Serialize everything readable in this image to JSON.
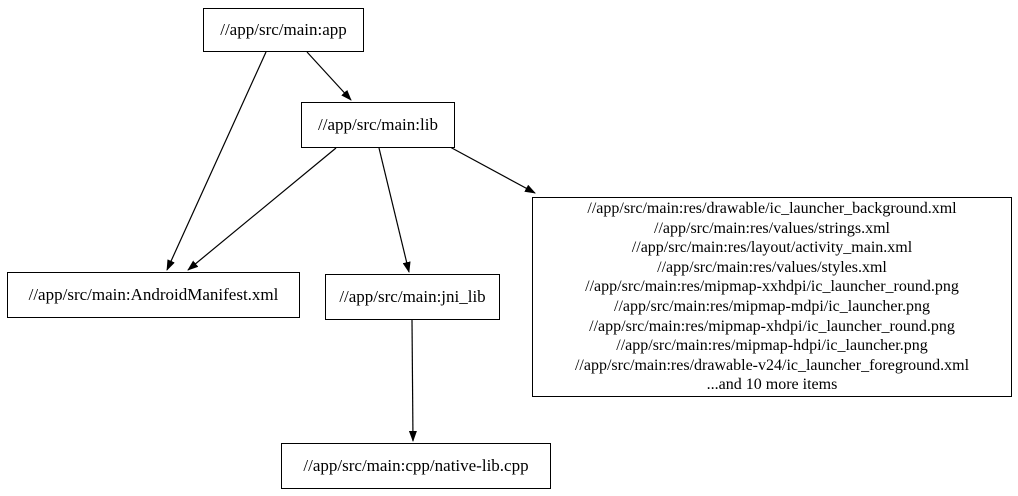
{
  "diagram": {
    "kind": "build-dependency-graph",
    "colors": {
      "background": "#ffffff",
      "node_fill": "#ffffff",
      "node_border": "#000000",
      "text": "#000000",
      "edge": "#000000"
    },
    "nodes": {
      "app": {
        "label": "//app/src/main:app"
      },
      "lib": {
        "label": "//app/src/main:lib"
      },
      "manifest": {
        "label": "//app/src/main:AndroidManifest.xml"
      },
      "jni_lib": {
        "label": "//app/src/main:jni_lib"
      },
      "cpp": {
        "label": "//app/src/main:cpp/native-lib.cpp"
      },
      "res": {
        "lines": [
          "//app/src/main:res/drawable/ic_launcher_background.xml",
          "//app/src/main:res/values/strings.xml",
          "//app/src/main:res/layout/activity_main.xml",
          "//app/src/main:res/values/styles.xml",
          "//app/src/main:res/mipmap-xxhdpi/ic_launcher_round.png",
          "//app/src/main:res/mipmap-mdpi/ic_launcher.png",
          "//app/src/main:res/mipmap-xhdpi/ic_launcher_round.png",
          "//app/src/main:res/mipmap-hdpi/ic_launcher.png",
          "//app/src/main:res/drawable-v24/ic_launcher_foreground.xml",
          "...and 10 more items"
        ]
      }
    },
    "edges": [
      {
        "from": "app",
        "to": "lib"
      },
      {
        "from": "app",
        "to": "manifest"
      },
      {
        "from": "lib",
        "to": "manifest"
      },
      {
        "from": "lib",
        "to": "jni_lib"
      },
      {
        "from": "lib",
        "to": "res"
      },
      {
        "from": "jni_lib",
        "to": "cpp"
      }
    ]
  }
}
